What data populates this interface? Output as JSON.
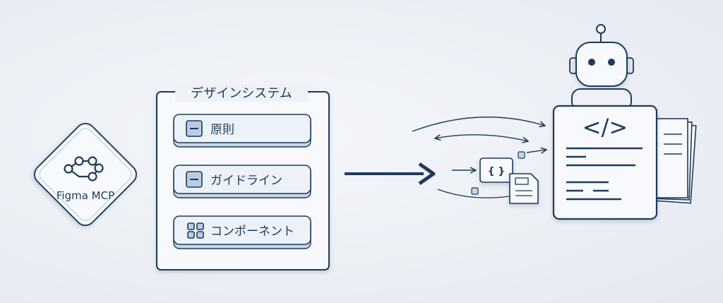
{
  "source": {
    "label": "Figma MCP",
    "icon": "node-graph-icon"
  },
  "design_system": {
    "title": "デザインシステム",
    "items": [
      {
        "label": "原則",
        "icon": "minus-square-icon"
      },
      {
        "label": "ガイドライン",
        "icon": "minus-square-icon"
      },
      {
        "label": "コンポーネント",
        "icon": "grid-four-icon"
      }
    ]
  },
  "middle": {
    "json_glyph": "{ }",
    "icons": [
      "main-arrow-icon",
      "json-card-icon",
      "save-file-icon"
    ]
  },
  "agent": {
    "code_glyph": "</>",
    "icons": [
      "robot-icon",
      "code-document-icon",
      "stacked-pages-icon"
    ]
  },
  "colors": {
    "ink": "#1f3a5c",
    "panel": "#f7f9fc",
    "button": "#e9eef5",
    "accent": "#c8d6e8"
  }
}
